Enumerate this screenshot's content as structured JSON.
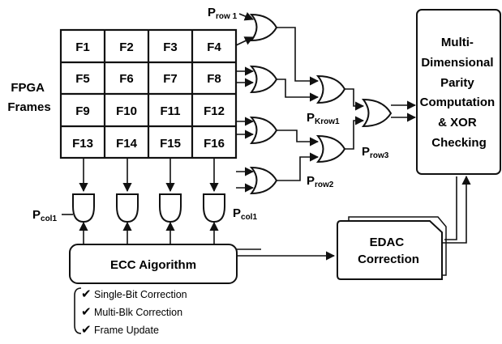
{
  "fpga_label": [
    "FPGA",
    "Frames"
  ],
  "frames": [
    "F1",
    "F2",
    "F3",
    "F4",
    "F5",
    "F6",
    "F7",
    "F8",
    "F9",
    "F10",
    "F11",
    "F12",
    "F13",
    "F14",
    "F15",
    "F16"
  ],
  "signals": {
    "prow1": {
      "main": "P",
      "sub": "row 1"
    },
    "prow2": {
      "main": "P",
      "sub": "row2"
    },
    "prow3": {
      "main": "P",
      "sub": "row3"
    },
    "pkrow1": {
      "main": "P",
      "sub": "Krow1"
    },
    "pcol1_left": {
      "main": "P",
      "sub": "col1"
    },
    "pcol1_right": {
      "main": "P",
      "sub": "col1"
    }
  },
  "parity_box": [
    "Multi-",
    "Dimensional",
    "Parity",
    "Computation",
    "& XOR",
    "Checking"
  ],
  "edac_box": [
    "EDAC",
    "Correction"
  ],
  "ecc_box": "ECC Aigorithm",
  "features": [
    "Single-Bit Correction",
    "Multi-Blk Correction",
    "Frame Update"
  ]
}
